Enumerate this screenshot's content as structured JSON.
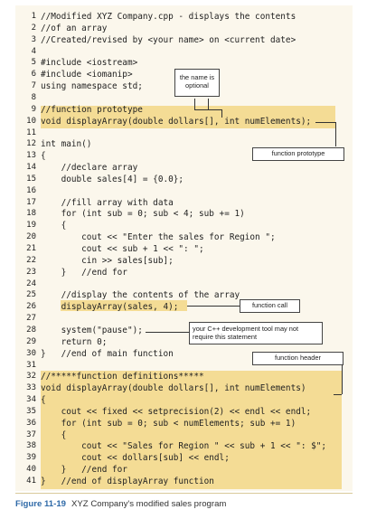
{
  "code_lines": [
    {
      "n": "1",
      "text": "//Modified XYZ Company.cpp - displays the contents"
    },
    {
      "n": "2",
      "text": "//of an array"
    },
    {
      "n": "3",
      "text": "//Created/revised by <your name> on <current date>"
    },
    {
      "n": "4",
      "text": ""
    },
    {
      "n": "5",
      "text": "#include <iostream>"
    },
    {
      "n": "6",
      "text": "#include <iomanip>"
    },
    {
      "n": "7",
      "text": "using namespace std;"
    },
    {
      "n": "8",
      "text": ""
    },
    {
      "n": "9",
      "text": "//function prototype"
    },
    {
      "n": "10",
      "text": "void displayArray(double dollars[], int numElements);"
    },
    {
      "n": "11",
      "text": ""
    },
    {
      "n": "12",
      "text": "int main()"
    },
    {
      "n": "13",
      "text": "{"
    },
    {
      "n": "14",
      "text": "    //declare array"
    },
    {
      "n": "15",
      "text": "    double sales[4] = {0.0};"
    },
    {
      "n": "16",
      "text": ""
    },
    {
      "n": "17",
      "text": "    //fill array with data"
    },
    {
      "n": "18",
      "text": "    for (int sub = 0; sub < 4; sub += 1)"
    },
    {
      "n": "19",
      "text": "    {"
    },
    {
      "n": "20",
      "text": "        cout << \"Enter the sales for Region \";"
    },
    {
      "n": "21",
      "text": "        cout << sub + 1 << \": \";"
    },
    {
      "n": "22",
      "text": "        cin >> sales[sub];"
    },
    {
      "n": "23",
      "text": "    }   //end for"
    },
    {
      "n": "24",
      "text": ""
    },
    {
      "n": "25",
      "text": "    //display the contents of the array"
    },
    {
      "n": "26",
      "text": "    displayArray(sales, 4);"
    },
    {
      "n": "27",
      "text": ""
    },
    {
      "n": "28",
      "text": "    system(\"pause\");"
    },
    {
      "n": "29",
      "text": "    return 0;"
    },
    {
      "n": "30",
      "text": "}   //end of main function"
    },
    {
      "n": "31",
      "text": ""
    },
    {
      "n": "32",
      "text": "//*****function definitions*****"
    },
    {
      "n": "33",
      "text": "void displayArray(double dollars[], int numElements)"
    },
    {
      "n": "34",
      "text": "{"
    },
    {
      "n": "35",
      "text": "    cout << fixed << setprecision(2) << endl << endl;"
    },
    {
      "n": "36",
      "text": "    for (int sub = 0; sub < numElements; sub += 1)"
    },
    {
      "n": "37",
      "text": "    {"
    },
    {
      "n": "38",
      "text": "        cout << \"Sales for Region \" << sub + 1 << \": $\";"
    },
    {
      "n": "39",
      "text": "        cout << dollars[sub] << endl;"
    },
    {
      "n": "40",
      "text": "    }   //end for"
    },
    {
      "n": "41",
      "text": "}   //end of displayArray function"
    }
  ],
  "callouts": {
    "name_optional": "the name is optional",
    "function_prototype": "function prototype",
    "function_call": "function call",
    "dev_tool_note": "your C++ development tool may not require this statement",
    "function_header": "function header"
  },
  "caption": {
    "label": "Figure 11-19",
    "text": "XYZ Company's modified sales program"
  },
  "colors": {
    "panel": "#fbf7ec",
    "highlight": "#f4dc95",
    "caption_label": "#2f6aa8"
  }
}
